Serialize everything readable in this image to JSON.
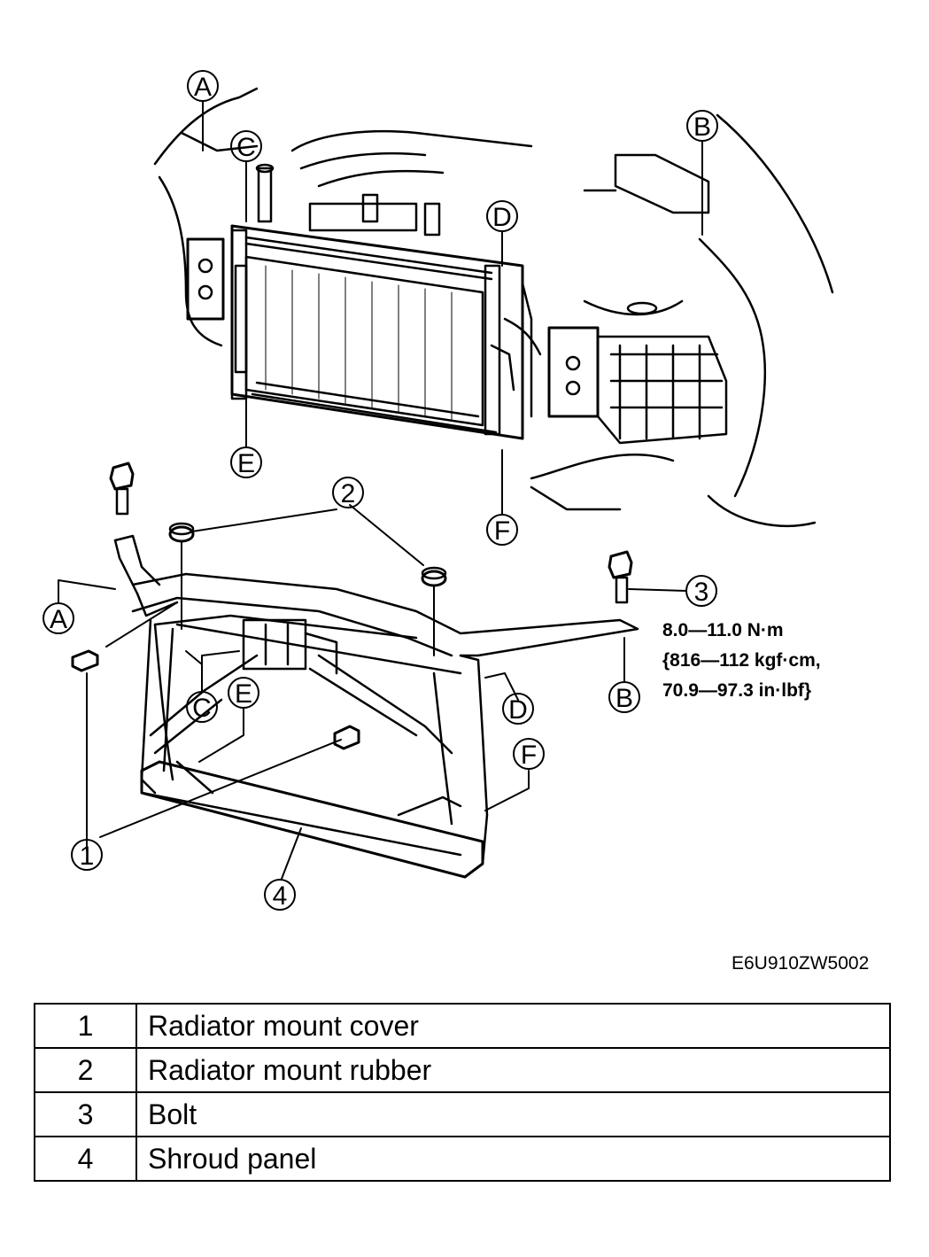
{
  "callouts": {
    "top": [
      "A",
      "B",
      "C",
      "D",
      "E",
      "F"
    ],
    "bottom": [
      "A",
      "B",
      "C",
      "D",
      "E",
      "F"
    ],
    "parts": [
      "1",
      "2",
      "3",
      "4"
    ]
  },
  "torque_spec": {
    "line1": "8.0—11.0 N·m",
    "line2": "{816—112 kgf·cm,",
    "line3": "70.9—97.3 in·lbf}"
  },
  "figure_code": "E6U910ZW5002",
  "parts_table": [
    {
      "num": "1",
      "name": "Radiator mount cover"
    },
    {
      "num": "2",
      "name": "Radiator mount rubber"
    },
    {
      "num": "3",
      "name": "Bolt"
    },
    {
      "num": "4",
      "name": "Shroud panel"
    }
  ]
}
